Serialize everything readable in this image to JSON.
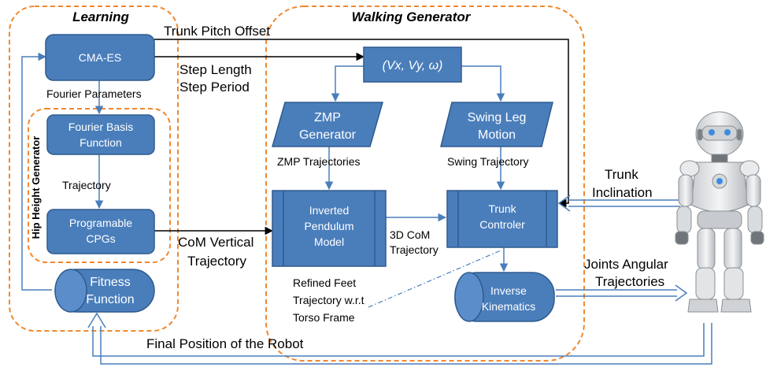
{
  "groups": {
    "learning": "Learning",
    "walking_generator": "Walking Generator",
    "hip_height_generator": "Hip Height Generator"
  },
  "blocks": {
    "cma_es": "CMA-ES",
    "fourier_basis_line1": "Fourier Basis",
    "fourier_basis_line2": "Function",
    "cpg_line1": "Programable",
    "cpg_line2": "CPGs",
    "fitness_line1": "Fitness",
    "fitness_line2": "Function",
    "velocity": "(Vx, Vy, ω)",
    "zmp_line1": "ZMP",
    "zmp_line2": "Generator",
    "swing_line1": "Swing Leg",
    "swing_line2": "Motion",
    "pendulum_line1": "Inverted",
    "pendulum_line2": "Pendulum",
    "pendulum_line3": "Model",
    "trunk_line1": "Trunk",
    "trunk_line2": "Controler",
    "ik_line1": "Inverse",
    "ik_line2": "Kinematics"
  },
  "labels": {
    "trunk_pitch_offset": "Trunk Pitch Offset",
    "step_length": "Step Length",
    "step_period": "Step Period",
    "fourier_parameters": "Fourier Parameters",
    "trajectory": "Trajectory",
    "com_vertical_line1": "CoM Vertical",
    "com_vertical_line2": "Trajectory",
    "zmp_trajectories": "ZMP Trajectories",
    "swing_trajectory": "Swing Trajectory",
    "com_3d_line1": "3D CoM",
    "com_3d_line2": "Trajectory",
    "refined_line1": "Refined Feet",
    "refined_line2": "Trajectory w.r.t",
    "refined_line3": "Torso Frame",
    "trunk_inclination_line1": "Trunk",
    "trunk_inclination_line2": "Inclination",
    "joints_line1": "Joints Angular",
    "joints_line2": "Trajectories",
    "final_position": "Final Position of the Robot"
  },
  "colors": {
    "block_fill": "#4a7ebb",
    "block_stroke": "#2e5a8e",
    "group_border": "#f0882f",
    "arrow": "#4a7ebb",
    "line": "#000000"
  },
  "icons": {
    "robot": "humanoid-robot-icon"
  }
}
